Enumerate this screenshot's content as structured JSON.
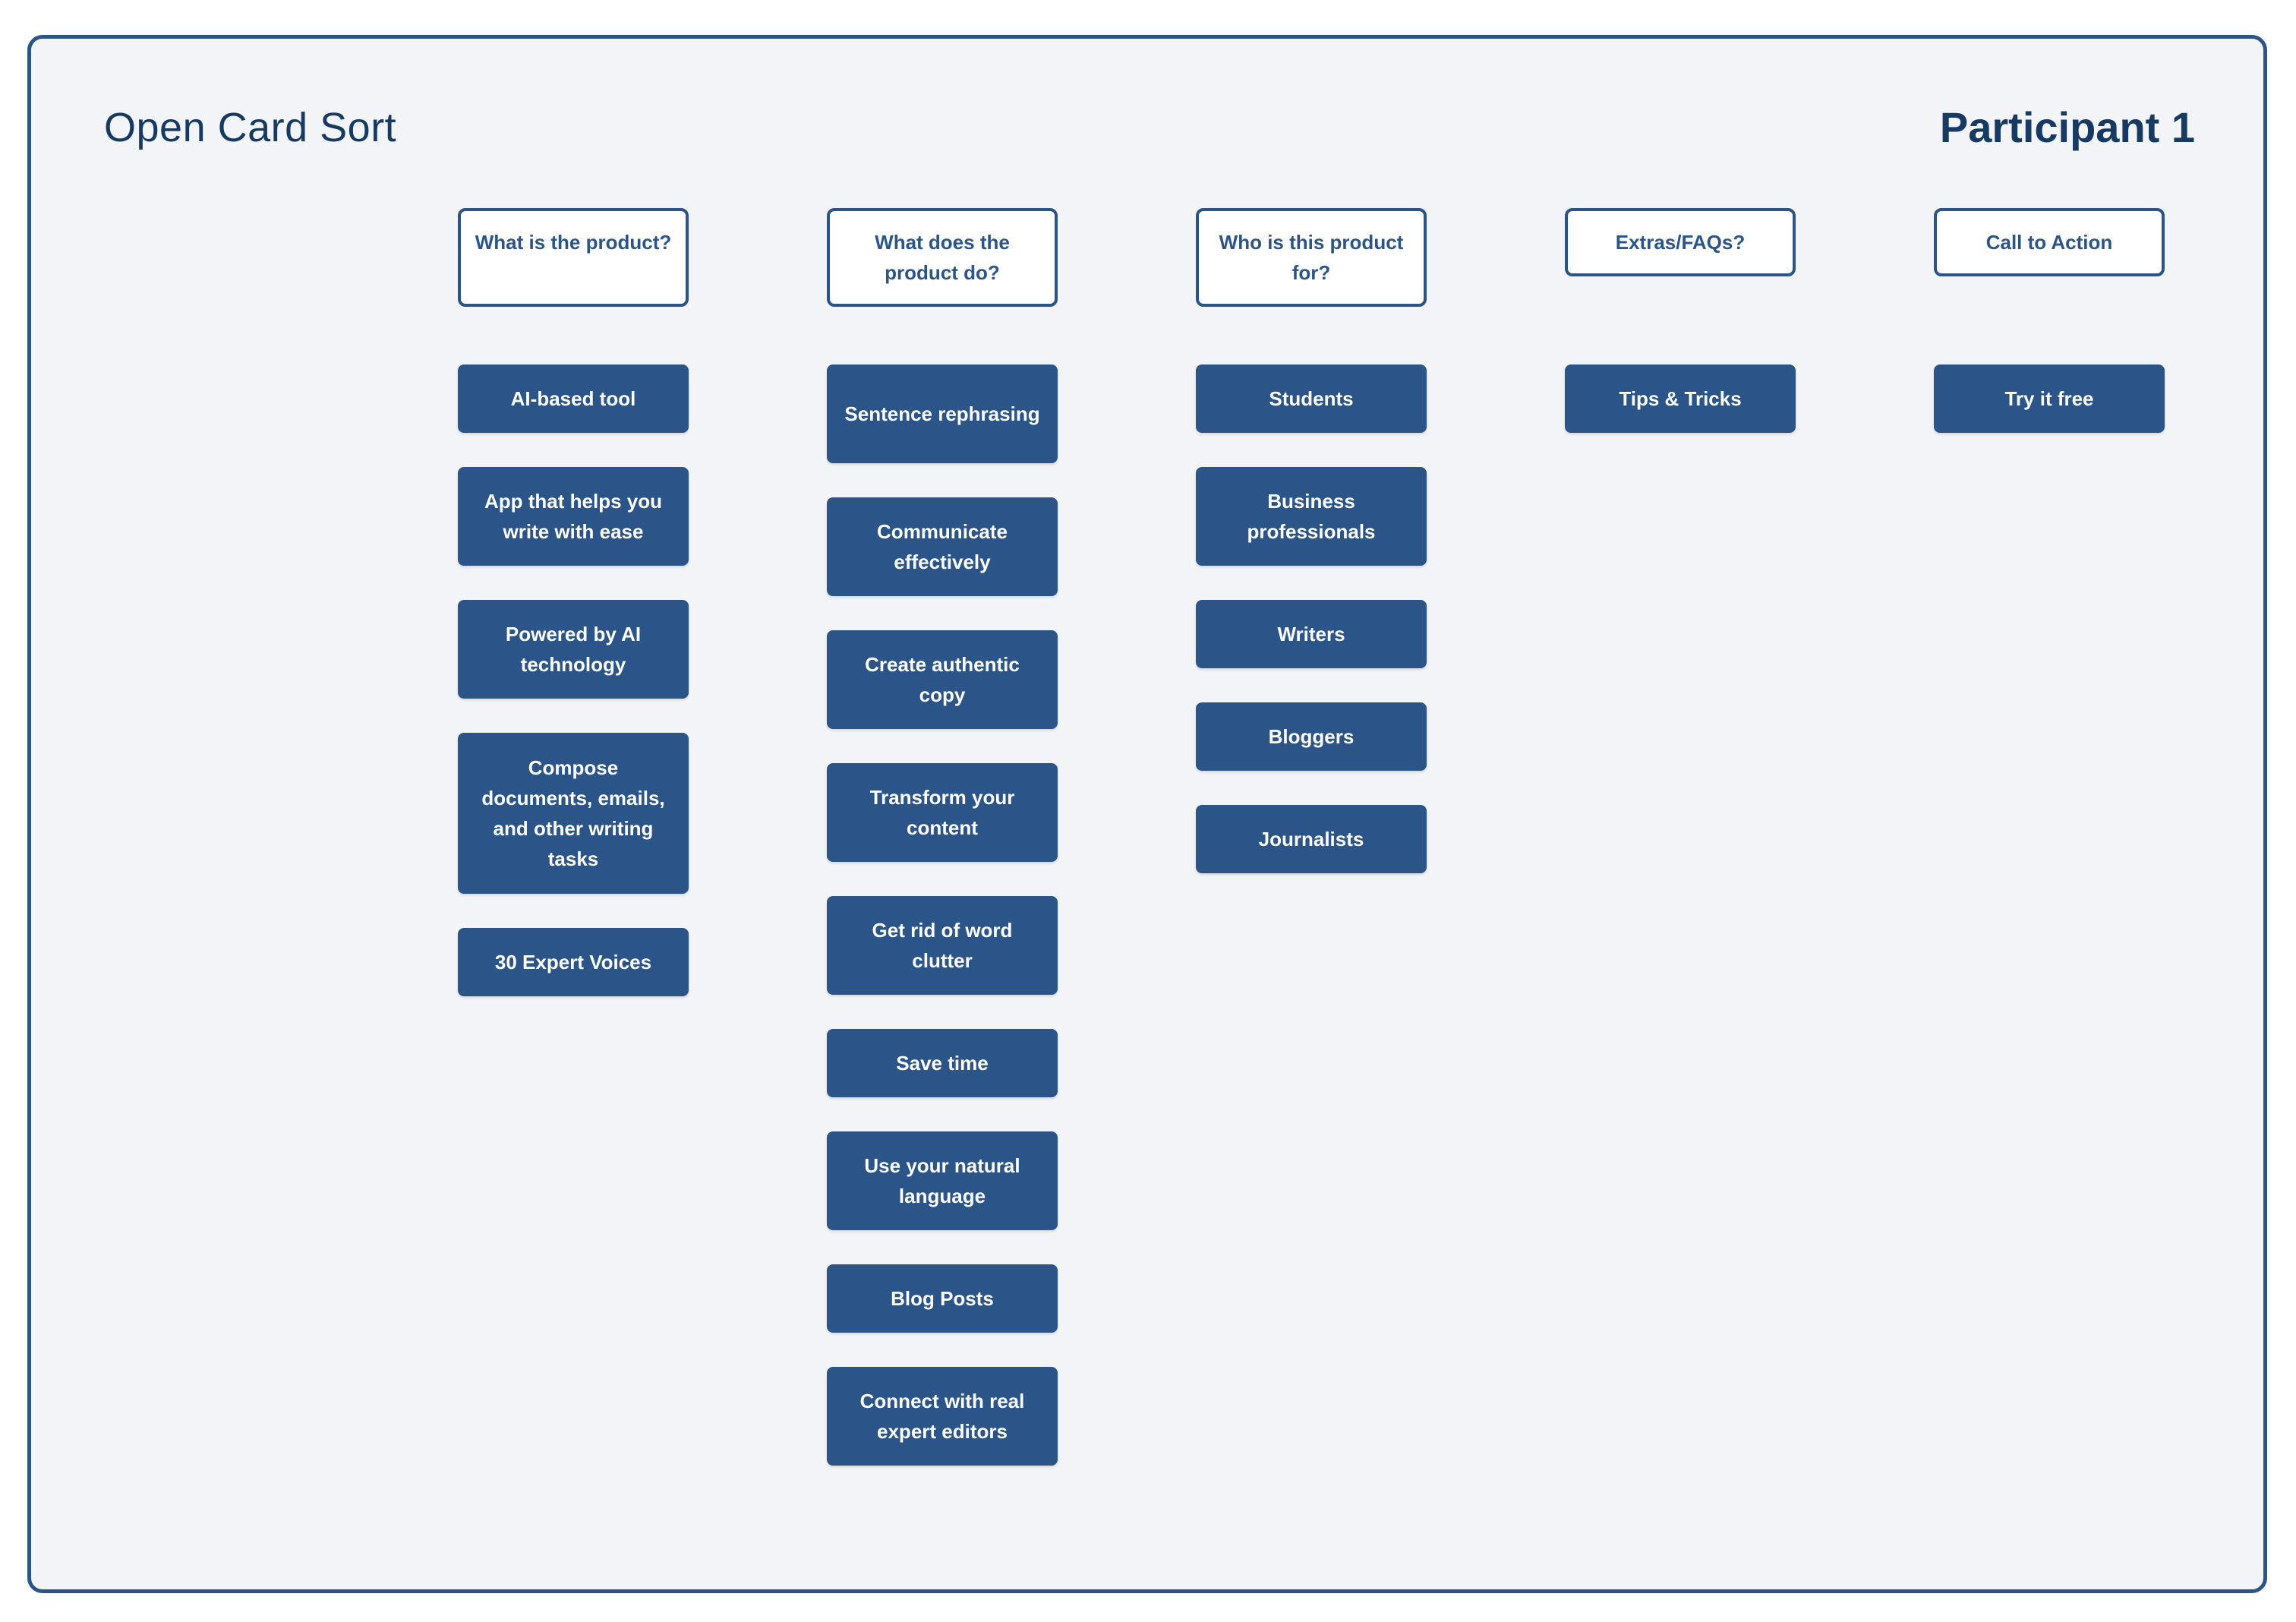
{
  "board": {
    "title": "Open Card Sort",
    "participant": "Participant 1"
  },
  "columns": [
    {
      "header": "What is the product?",
      "cards": [
        "AI-based tool",
        "App that helps you write with ease",
        "Powered by AI technology",
        "Compose documents, emails, and other writing tasks",
        "30 Expert Voices"
      ]
    },
    {
      "header": "What does the product do?",
      "cards": [
        "Sentence rephrasing",
        "Communicate effectively",
        "Create authentic copy",
        "Transform your content",
        "Get rid of word clutter",
        "Save time",
        "Use your natural language",
        "Blog Posts",
        "Connect with real expert editors"
      ]
    },
    {
      "header": "Who is this product for?",
      "cards": [
        "Students",
        "Business professionals",
        "Writers",
        "Bloggers",
        "Journalists"
      ]
    },
    {
      "header": "Extras/FAQs?",
      "cards": [
        "Tips & Tricks"
      ]
    },
    {
      "header": "Call to Action",
      "cards": [
        "Try it free"
      ]
    }
  ],
  "colors": {
    "accent": "#2b5589",
    "title": "#173a63",
    "board_bg": "#f2f4f7"
  }
}
